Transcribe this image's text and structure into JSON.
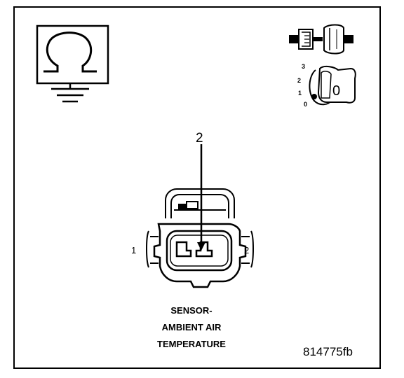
{
  "callout": {
    "pin_callout": "2"
  },
  "connector": {
    "pin_label_left": "1",
    "pin_label_right": "2"
  },
  "caption": {
    "line1": "SENSOR-",
    "line2": "AMBIENT AIR",
    "line3": "TEMPERATURE"
  },
  "figure_code": "814775fb",
  "ignition": {
    "positions": [
      "3",
      "2",
      "1",
      "0"
    ],
    "key_label": "0"
  },
  "icons": {
    "ohmmeter": "ohmmeter-ground-icon",
    "connector_state": "disconnected-connector-icon",
    "ignition": "ignition-key-icon"
  }
}
